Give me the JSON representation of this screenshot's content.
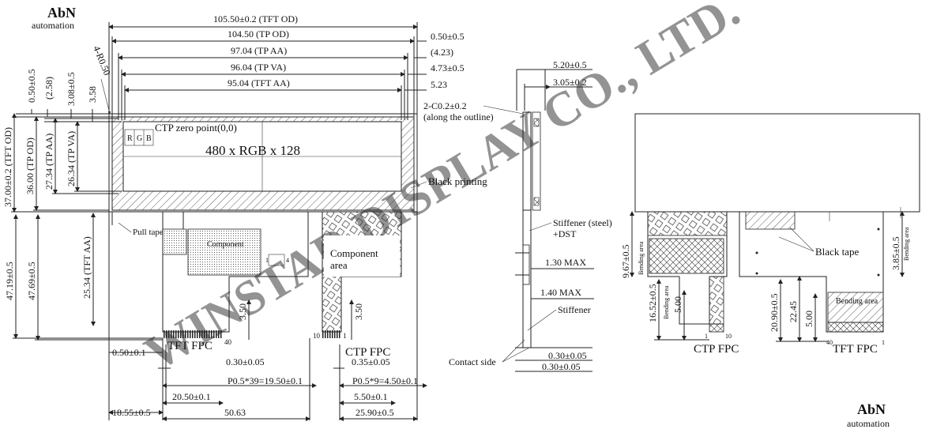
{
  "watermark": {
    "company": "WINSTAR DISPLAY CO., LTD.",
    "logo_top": "AbN",
    "logo_bottom": "automation"
  },
  "front_view": {
    "dims_top": [
      "105.50±0.2 (TFT OD)",
      "104.50 (TP OD)",
      "97.04 (TP AA)",
      "96.04 (TP VA)",
      "95.04 (TFT AA)"
    ],
    "dims_right": [
      "0.50±0.5",
      "(4.23)",
      "4.73±0.5",
      "5.23"
    ],
    "dims_left_top": [
      "0.50±0.5",
      "(2.58)",
      "3.08±0.5",
      "3.58"
    ],
    "radius": "4-R0.50",
    "dims_left_height": [
      "37.00±0.2 (TFT OD)",
      "36.00 (TP OD)",
      "27.34 (TP AA)",
      "26.34 (TP VA)"
    ],
    "dims_left_lower": [
      "47.19±0.5",
      "47.69±0.5",
      "25.34 (TFT AA)"
    ],
    "ctp_zero": "CTP zero point(0,0)",
    "pixel_letters": [
      "R",
      "G",
      "B"
    ],
    "resolution": "480 x RGB x 128",
    "black_printing": "Black printing",
    "pull_tape": "Pull tape",
    "component_small": "Component",
    "component_area": "Component\narea",
    "dim_350": "3.50",
    "tft_fpc": "TFT FPC",
    "ctp_fpc": "CTP FPC",
    "pin_40": "40",
    "pin_10": "10",
    "pin_1": "1",
    "dims_bottom_left": [
      "0.50±0.1",
      "0.30±0.05",
      "P0.5*39=19.50±0.1",
      "20.50±0.1",
      "18.55±0.5",
      "50.63"
    ],
    "dims_bottom_right": [
      "0.35±0.05",
      "P0.5*9=4.50±0.1",
      "5.50±0.1",
      "25.90±0.5"
    ]
  },
  "side_view": {
    "dims": [
      "5.20±0.5",
      "3.05±0.2"
    ],
    "chamfer": "2-C0.2±0.2\n(along the outline)",
    "stiffener_steel": "Stiffener (steel)\n+DST",
    "max1": "1.30 MAX",
    "max2": "1.40 MAX",
    "stiffener": "Stiffener",
    "contact_side": "Contact side",
    "bottom_dims": [
      "0.30±0.05",
      "0.30±0.05"
    ]
  },
  "back_view": {
    "black_tape": "Black tape",
    "bending_area": "Bending area",
    "ctp_fpc": "CTP FPC",
    "tft_fpc": "TFT FPC",
    "dims_left": [
      "9.67±0.5",
      "16.52±0.5",
      "5.00"
    ],
    "dims_right_top": "3.85±0.5",
    "dims_right": [
      "20.90±0.5",
      "22.45",
      "5.00"
    ],
    "pin_1": "1",
    "pin_10": "10",
    "pin_40": "40"
  }
}
